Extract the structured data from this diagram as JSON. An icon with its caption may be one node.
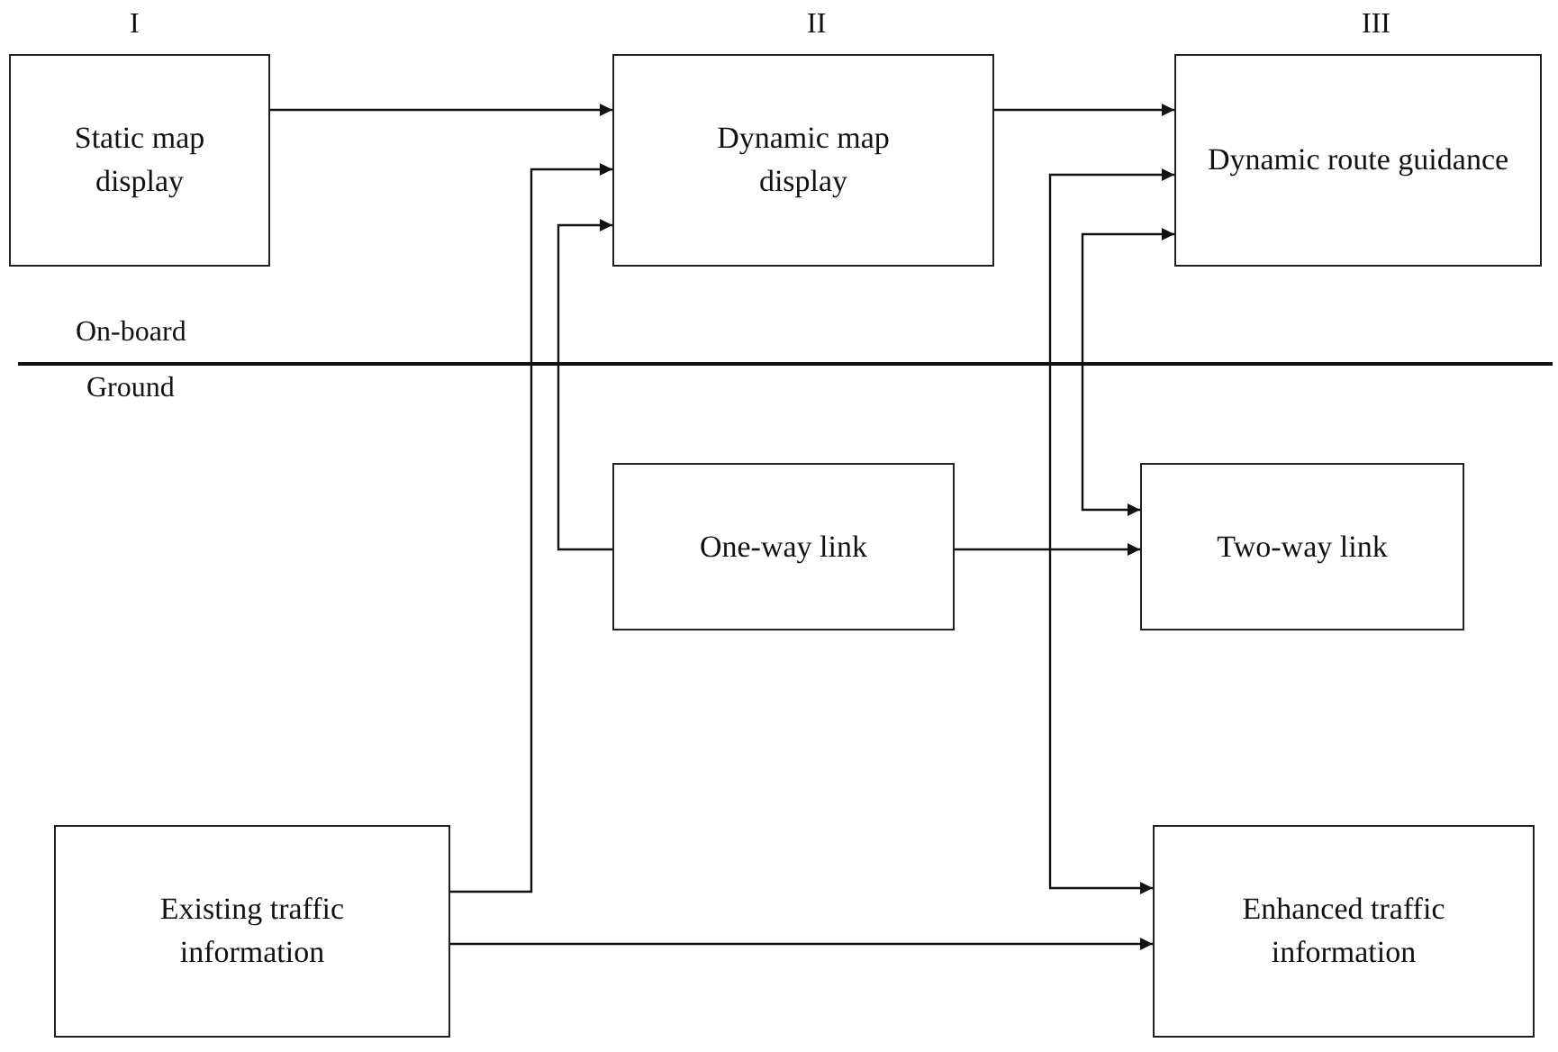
{
  "diagram": {
    "nodes": [
      {
        "text": [
          "Static map display"
        ]
      },
      {
        "text": [
          "Dynamic map display"
        ]
      },
      {
        "text": [
          "Dynamic route guidance"
        ]
      },
      {
        "text": [
          "One-way link"
        ]
      },
      {
        "text": [
          "Two-way link"
        ]
      },
      {
        "text": [
          "Existing traffic information"
        ]
      },
      {
        "text": [
          "Enhanced traffic information"
        ]
      }
    ],
    "edges": [
      {
        "from": 0,
        "to": 1,
        "arrow": "to"
      },
      {
        "from": 5,
        "to": 1,
        "arrow": "to"
      },
      {
        "from": 3,
        "to": 1,
        "arrow": "to"
      },
      {
        "from": 1,
        "to": 2,
        "arrow": "to"
      },
      {
        "from": 2,
        "to": 6,
        "arrow": "both"
      },
      {
        "from": 2,
        "to": 4,
        "arrow": "both"
      },
      {
        "from": 3,
        "to": 4,
        "arrow": "to"
      },
      {
        "from": 5,
        "to": 6,
        "arrow": "to"
      }
    ],
    "labels": [
      "I",
      "II",
      "III",
      "On-board",
      "Ground"
    ]
  }
}
